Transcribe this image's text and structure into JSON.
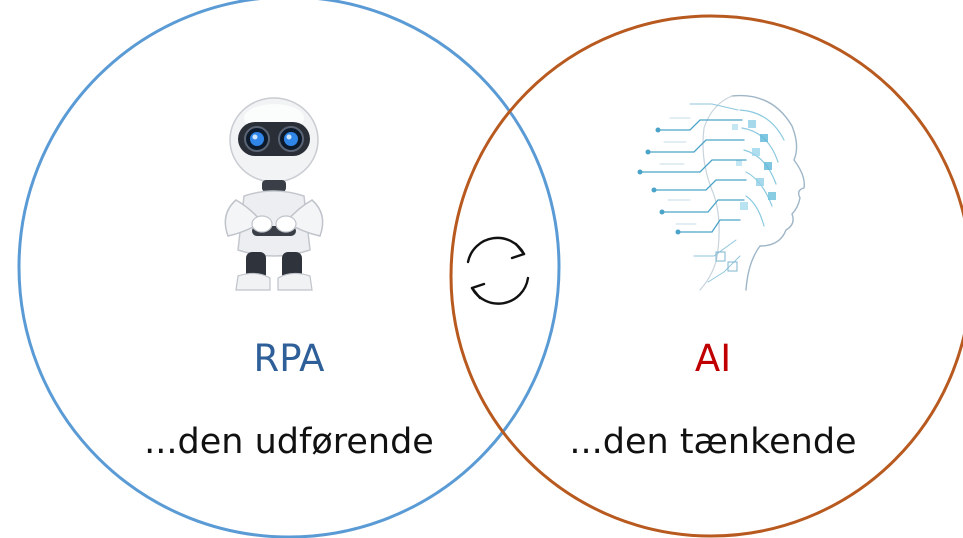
{
  "left_set": {
    "title": "RPA",
    "subtitle": "...den udførende",
    "title_color": "#2e5f99",
    "circle_color": "#5b9bd5",
    "illustration": "robot-illustration"
  },
  "right_set": {
    "title": "AI",
    "subtitle": "...den tænkende",
    "title_color": "#c00000",
    "circle_color": "#b85a1f",
    "illustration": "circuit-head-illustration"
  },
  "overlap": {
    "icon": "cycle-arrows-icon",
    "icon_color": "#111111"
  }
}
